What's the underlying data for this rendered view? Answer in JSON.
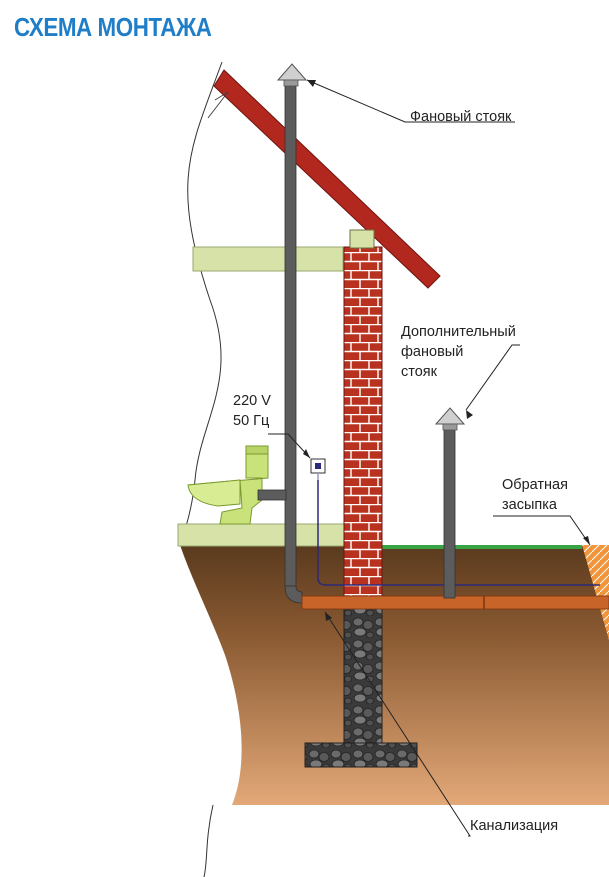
{
  "title": "СХЕМА МОНТАЖА",
  "labels": {
    "vent_stack": "Фановый стояк",
    "extra_vent_line1": "Дополнительный",
    "extra_vent_line2": "фановый",
    "extra_vent_line3": "стояк",
    "voltage": "220 V",
    "frequency": "50 Гц",
    "backfill_line1": "Обратная",
    "backfill_line2": "засыпка",
    "sewer": "Канализация"
  },
  "colors": {
    "title": "#1f7ec7",
    "roof": "#b3281e",
    "brick": "#b8321f",
    "floor_slab": "#d6e2a8",
    "soil_top": "#5a3a1e",
    "soil_bottom": "#e3a878",
    "pipe_gray": "#5c5c5c",
    "sewer_pipe": "#c8642a",
    "cable": "#2c2a7a",
    "grass": "#3aa346",
    "backfill": "#f0953a"
  }
}
